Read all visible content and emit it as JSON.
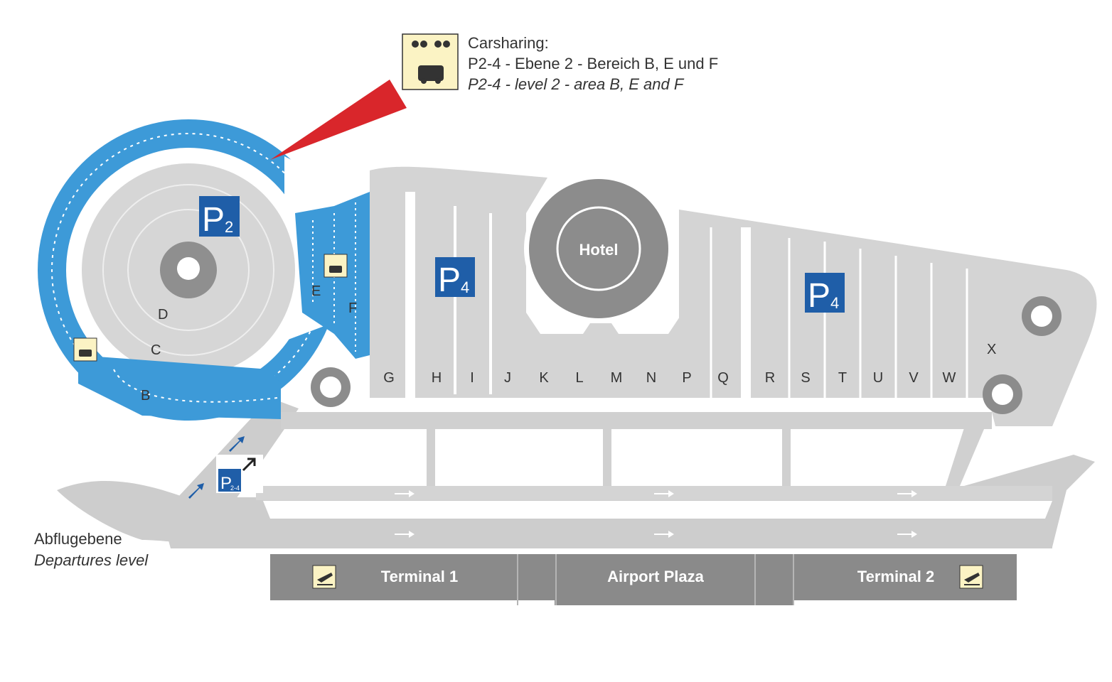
{
  "legend": {
    "title": "Carsharing:",
    "line_de": "P2-4 - Ebene 2 - Bereich B, E und F",
    "line_en": "P2-4 - level 2 - area B, E and F",
    "icon": "carsharing-icon"
  },
  "departures": {
    "label_de": "Abflugebene",
    "label_en": "Departures level"
  },
  "hotel": "Hotel",
  "parking": {
    "p2": {
      "letter": "P",
      "number": "2"
    },
    "p4_left": {
      "letter": "P",
      "number": "4"
    },
    "p4_right": {
      "letter": "P",
      "number": "4"
    },
    "entrance_sign": {
      "letter": "P",
      "number": "2-4"
    }
  },
  "areas": {
    "b": "B",
    "c": "C",
    "d": "D",
    "e": "E",
    "f": "F",
    "x": "X",
    "row": [
      "G",
      "H",
      "I",
      "J",
      "K",
      "L",
      "M",
      "N",
      "P",
      "Q",
      "R",
      "S",
      "T",
      "U",
      "V",
      "W"
    ]
  },
  "buildings": {
    "terminal1": "Terminal 1",
    "plaza": "Airport Plaza",
    "terminal2": "Terminal 2"
  },
  "colors": {
    "blue": "#3d9ad8",
    "sign_blue": "#1f5ea8",
    "grey_road": "#cfcfcf",
    "grey_dark": "#8c8c8c",
    "red_pointer": "#d9262b",
    "icon_bg": "#fbf3c4"
  }
}
